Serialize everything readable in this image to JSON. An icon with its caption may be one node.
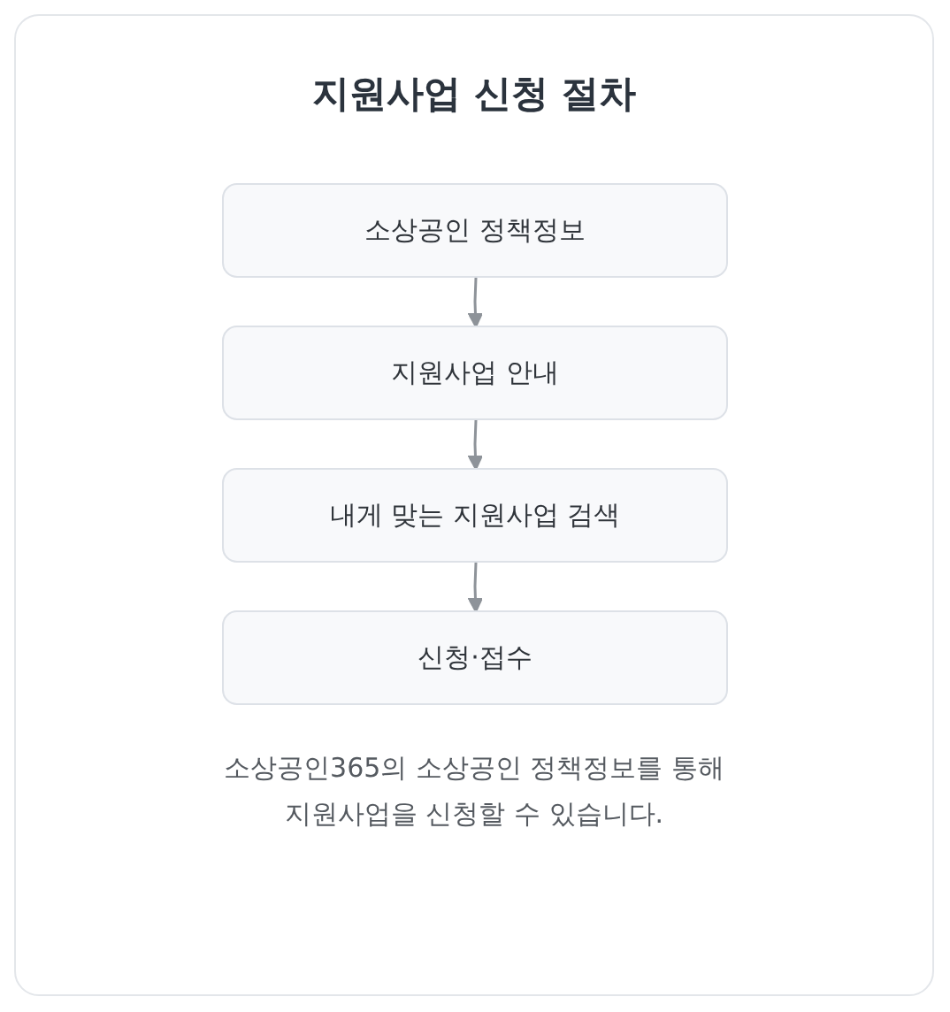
{
  "diagram": {
    "title": "지원사업 신청 절차",
    "nodes": [
      {
        "text": [
          "소상공인 정책정보"
        ]
      },
      {
        "text": [
          "지원사업 안내"
        ]
      },
      {
        "text": [
          "내게 맞는 지원사업 검색"
        ]
      },
      {
        "text": [
          "신청·접수"
        ]
      }
    ],
    "edges": [
      {
        "from": 0,
        "to": 1,
        "arrow": "to"
      },
      {
        "from": 1,
        "to": 2,
        "arrow": "to"
      },
      {
        "from": 2,
        "to": 3,
        "arrow": "to"
      }
    ],
    "caption": "소상공인365의 소상공인 정책정보를 통해 지원사업을 신청할 수 있습니다."
  }
}
